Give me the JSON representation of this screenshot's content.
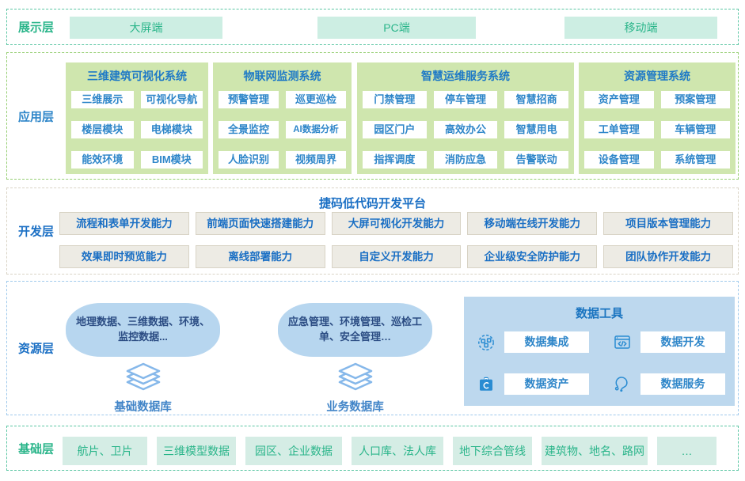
{
  "layers": {
    "display": {
      "label": "展示层",
      "items": [
        "大屏端",
        "PC端",
        "移动端"
      ]
    },
    "app": {
      "label": "应用层",
      "panels": [
        {
          "title": "三维建筑可视化系统",
          "items": [
            "三维展示",
            "可视化导航",
            "楼层模块",
            "电梯模块",
            "能效环境",
            "BIM模块"
          ]
        },
        {
          "title": "物联网监测系统",
          "items": [
            "预警管理",
            "巡更巡检",
            "全景监控",
            "AI数据分析",
            "人脸识别",
            "视频周界"
          ]
        },
        {
          "title": "智慧运维服务系统",
          "items": [
            "门禁管理",
            "停车管理",
            "智慧招商",
            "园区门户",
            "高效办公",
            "智慧用电",
            "指挥调度",
            "消防应急",
            "告警联动"
          ]
        },
        {
          "title": "资源管理系统",
          "items": [
            "资产管理",
            "预案管理",
            "工单管理",
            "车辆管理",
            "设备管理",
            "系统管理"
          ]
        }
      ]
    },
    "dev": {
      "label": "开发层",
      "platform_title": "捷码低代码开发平台",
      "row1": [
        "流程和表单开发能力",
        "前端页面快速搭建能力",
        "大屏可视化开发能力",
        "移动端在线开发能力",
        "项目版本管理能力"
      ],
      "row2": [
        "效果即时预览能力",
        "离线部署能力",
        "自定义开发能力",
        "企业级安全防护能力",
        "团队协作开发能力"
      ]
    },
    "resource": {
      "label": "资源层",
      "clouds": [
        {
          "text": "地理数据、三维数据、环境、监控数据...",
          "db": "基础数据库"
        },
        {
          "text": "应急管理、环境管理、巡检工单、安全管理…",
          "db": "业务数据库"
        }
      ],
      "tools": {
        "title": "数据工具",
        "items": [
          {
            "icon": "integration-icon",
            "label": "数据集成"
          },
          {
            "icon": "code-window-icon",
            "label": "数据开发"
          },
          {
            "icon": "asset-case-icon",
            "label": "数据资产"
          },
          {
            "icon": "service-hook-icon",
            "label": "数据服务"
          }
        ]
      }
    },
    "base": {
      "label": "基础层",
      "items": [
        "航片、卫片",
        "三维模型数据",
        "园区、企业数据",
        "人口库、法人库",
        "地下综合管线",
        "建筑物、地名、路网",
        "…"
      ]
    }
  },
  "colors": {
    "teal_text": "#2ab58a",
    "teal_box_bg": "#cdeee3",
    "base_box_bg": "#d5ede5",
    "app_panel_bg": "#cfe6ae",
    "app_item_text": "#2e86c9",
    "dev_box_bg": "#edebe4",
    "dev_text": "#1a6fc4",
    "cloud_bg": "#b7d6ef",
    "cloud_text": "#2b4c83",
    "tools_panel_bg": "#bdd8ee",
    "icon_blue": "#2a8cd2"
  }
}
